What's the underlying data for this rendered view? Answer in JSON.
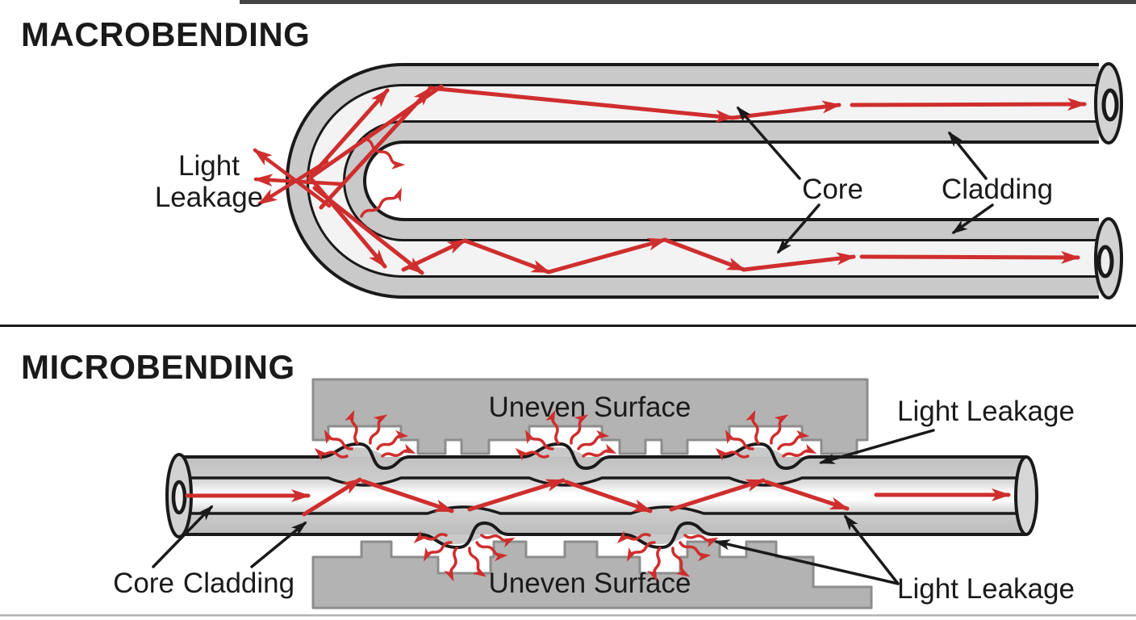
{
  "colors": {
    "bg": "#ffffff",
    "ink": "#1a1a1a",
    "red": "#cf2e2e",
    "cladding": "#c9c9c9",
    "core": "#f2f2f2",
    "surface": "#b3b3b3",
    "surface_border": "#8d8d8d",
    "cap_fill": "#d2d2d2",
    "cap_core": "#ececec",
    "divider": "#1a1a1a"
  },
  "macro": {
    "title": "MACROBENDING",
    "light_leakage_line1": "Light",
    "light_leakage_line2": "Leakage",
    "core_label": "Core",
    "cladding_label": "Cladding"
  },
  "micro": {
    "title": "MICROBENDING",
    "uneven_surface_top": "Uneven Surface",
    "uneven_surface_bottom": "Uneven Surface",
    "light_leakage_top": "Light Leakage",
    "core_label": "Core",
    "cladding_label": "Cladding",
    "light_leakage_bottom": "Light Leakage"
  }
}
